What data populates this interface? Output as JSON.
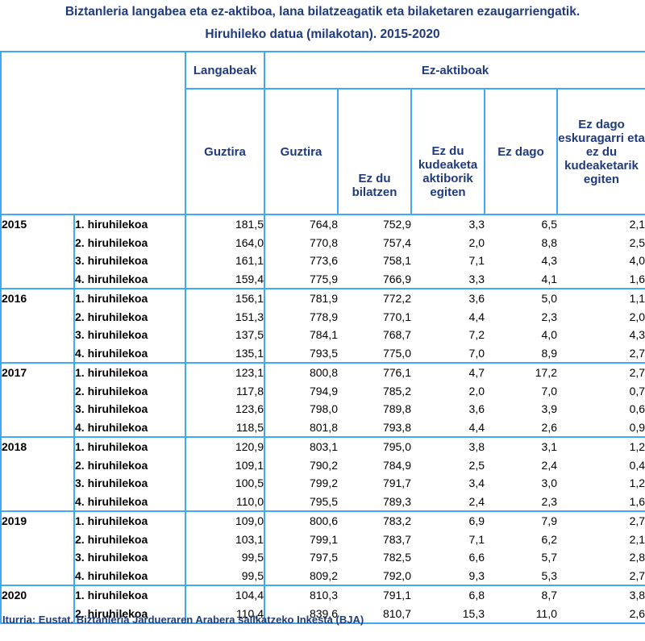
{
  "title": {
    "line1": "Biztanleria langabea eta ez-aktiboa, lana bilatzeagatik eta bilaketaren ezaugarriengatik.",
    "line2": "Hiruhileko datua (milakotan). 2015-2020"
  },
  "header": {
    "group_unemployed": "Langabeak",
    "group_inactive": "Ez-aktiboak",
    "columns": [
      "Guztira",
      "Guztira",
      "Ez du bilatzen",
      "Ez du kudeaketa aktiborik egiten",
      "Ez dago",
      "Ez dago eskuragarri eta ez du kudeaketarik egiten"
    ]
  },
  "years": [
    {
      "year": "2015",
      "rows": [
        {
          "q": "1. hiruhilekoa",
          "v": [
            "181,5",
            "764,8",
            "752,9",
            "3,3",
            "6,5",
            "2,1"
          ]
        },
        {
          "q": "2. hiruhilekoa",
          "v": [
            "164,0",
            "770,8",
            "757,4",
            "2,0",
            "8,8",
            "2,5"
          ]
        },
        {
          "q": "3. hiruhilekoa",
          "v": [
            "161,1",
            "773,6",
            "758,1",
            "7,1",
            "4,3",
            "4,0"
          ]
        },
        {
          "q": "4. hiruhilekoa",
          "v": [
            "159,4",
            "775,9",
            "766,9",
            "3,3",
            "4,1",
            "1,6"
          ]
        }
      ]
    },
    {
      "year": "2016",
      "rows": [
        {
          "q": "1. hiruhilekoa",
          "v": [
            "156,1",
            "781,9",
            "772,2",
            "3,6",
            "5,0",
            "1,1"
          ]
        },
        {
          "q": "2. hiruhilekoa",
          "v": [
            "151,3",
            "778,9",
            "770,1",
            "4,4",
            "2,3",
            "2,0"
          ]
        },
        {
          "q": "3. hiruhilekoa",
          "v": [
            "137,5",
            "784,1",
            "768,7",
            "7,2",
            "4,0",
            "4,3"
          ]
        },
        {
          "q": "4. hiruhilekoa",
          "v": [
            "135,1",
            "793,5",
            "775,0",
            "7,0",
            "8,9",
            "2,7"
          ]
        }
      ]
    },
    {
      "year": "2017",
      "rows": [
        {
          "q": "1. hiruhilekoa",
          "v": [
            "123,1",
            "800,8",
            "776,1",
            "4,7",
            "17,2",
            "2,7"
          ]
        },
        {
          "q": "2. hiruhilekoa",
          "v": [
            "117,8",
            "794,9",
            "785,2",
            "2,0",
            "7,0",
            "0,7"
          ]
        },
        {
          "q": "3. hiruhilekoa",
          "v": [
            "123,6",
            "798,0",
            "789,8",
            "3,6",
            "3,9",
            "0,6"
          ]
        },
        {
          "q": "4. hiruhilekoa",
          "v": [
            "118,5",
            "801,8",
            "793,8",
            "4,4",
            "2,6",
            "0,9"
          ]
        }
      ]
    },
    {
      "year": "2018",
      "rows": [
        {
          "q": "1. hiruhilekoa",
          "v": [
            "120,9",
            "803,1",
            "795,0",
            "3,8",
            "3,1",
            "1,2"
          ]
        },
        {
          "q": "2. hiruhilekoa",
          "v": [
            "109,1",
            "790,2",
            "784,9",
            "2,5",
            "2,4",
            "0,4"
          ]
        },
        {
          "q": "3. hiruhilekoa",
          "v": [
            "100,5",
            "799,2",
            "791,7",
            "3,4",
            "3,0",
            "1,2"
          ]
        },
        {
          "q": "4. hiruhilekoa",
          "v": [
            "110,0",
            "795,5",
            "789,3",
            "2,4",
            "2,3",
            "1,6"
          ]
        }
      ]
    },
    {
      "year": "2019",
      "rows": [
        {
          "q": "1. hiruhilekoa",
          "v": [
            "109,0",
            "800,6",
            "783,2",
            "6,9",
            "7,9",
            "2,7"
          ]
        },
        {
          "q": "2. hiruhilekoa",
          "v": [
            "103,1",
            "799,1",
            "783,7",
            "7,1",
            "6,2",
            "2,1"
          ]
        },
        {
          "q": "3. hiruhilekoa",
          "v": [
            "99,5",
            "797,5",
            "782,5",
            "6,6",
            "5,7",
            "2,8"
          ]
        },
        {
          "q": "4. hiruhilekoa",
          "v": [
            "99,5",
            "809,2",
            "792,0",
            "9,3",
            "5,3",
            "2,7"
          ]
        }
      ]
    },
    {
      "year": "2020",
      "rows": [
        {
          "q": "1. hiruhilekoa",
          "v": [
            "104,4",
            "810,3",
            "791,1",
            "6,8",
            "8,7",
            "3,8"
          ]
        },
        {
          "q": "2. hiruhilekoa",
          "v": [
            "110,4",
            "839,6",
            "810,7",
            "15,3",
            "11,0",
            "2,6"
          ]
        }
      ]
    }
  ],
  "source": "Iturria: Eustat. Biztanleria Jardueraren Arabera sailkatzeko Inkesta (BJA)"
}
